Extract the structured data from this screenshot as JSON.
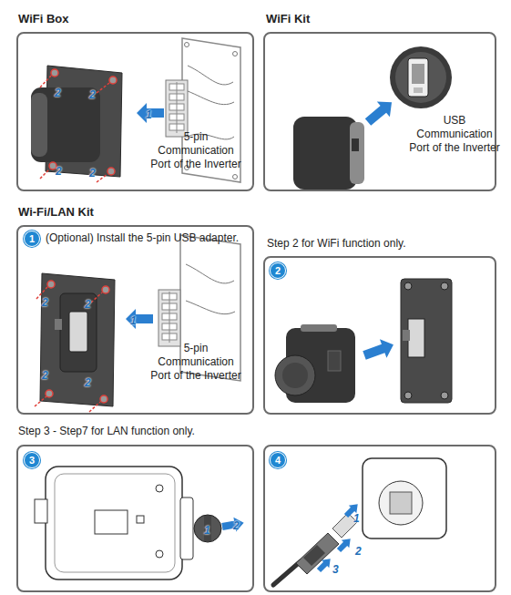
{
  "diagram": {
    "nodes": [
      {
        "text": [
          "WiFi Box",
          "2",
          "2",
          "1",
          "5-pin Communication Port of the Inverter",
          "2",
          "2"
        ]
      },
      {
        "text": [
          "WiFi Kit",
          "USB Communication Port of the Inverter"
        ]
      },
      {
        "text": [
          "Wi-Fi/LAN Kit",
          "(Optional) Install the 5-pin USB adapter.",
          "2",
          "2",
          "1",
          "5-pin Communication Port of the Inverter",
          "2",
          "2"
        ]
      },
      {
        "text": [
          "1"
        ],
        "in": 2
      },
      {
        "text": [
          "Step 2 for WiFi function only."
        ]
      },
      {
        "text": [
          "2"
        ],
        "in": 4
      },
      {
        "text": [
          "Step 3 - Step7 for LAN function only.",
          "1",
          "2"
        ]
      },
      {
        "text": [
          "3"
        ],
        "in": 6
      },
      {
        "text": [
          "1",
          "2",
          "3"
        ]
      },
      {
        "text": [
          "4"
        ],
        "in": 8
      }
    ]
  }
}
